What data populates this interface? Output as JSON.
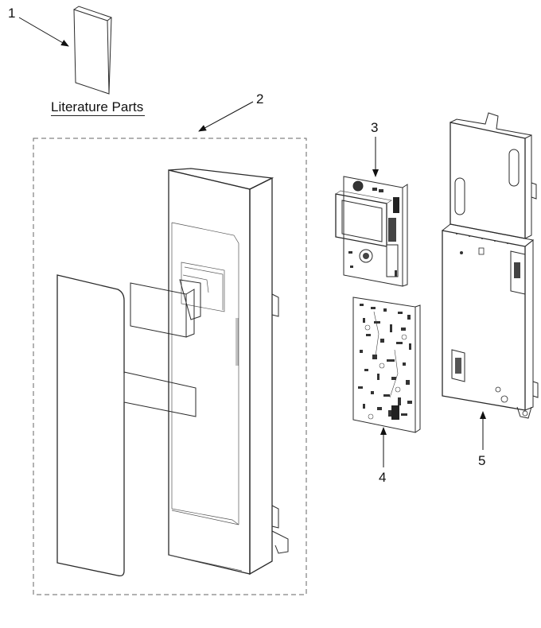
{
  "callouts": {
    "c1": "1",
    "c2": "2",
    "c3": "3",
    "c4": "4",
    "c5": "5"
  },
  "literature": {
    "label": "Literature Parts"
  },
  "colors": {
    "line": "#2a2a2a",
    "background": "#ffffff"
  }
}
